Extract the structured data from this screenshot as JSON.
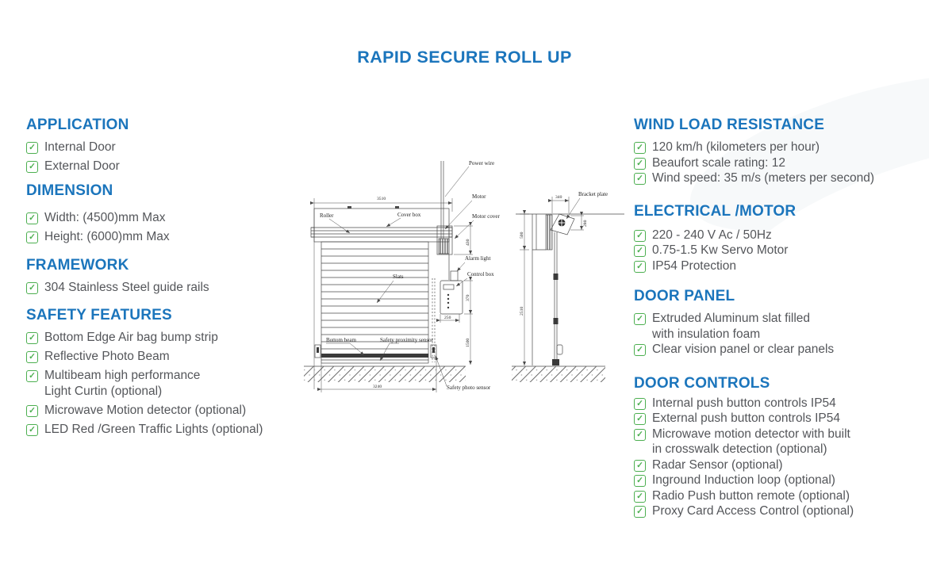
{
  "title": "RAPID SECURE ROLL UP",
  "colors": {
    "accent": "#1b75bc",
    "check_green": "#4caf50",
    "body_text": "#54565a"
  },
  "icons": {
    "check": "✓"
  },
  "sections": {
    "left": [
      {
        "heading": "APPLICATION",
        "items": [
          "Internal Door",
          "External Door"
        ]
      },
      {
        "heading": "DIMENSION",
        "items": [
          "Width: (4500)mm Max",
          "Height: (6000)mm Max"
        ]
      },
      {
        "heading": "FRAMEWORK",
        "items": [
          "304 Stainless Steel guide rails"
        ]
      },
      {
        "heading": "SAFETY FEATURES",
        "items": [
          "Bottom Edge Air bag bump strip",
          "Reflective Photo Beam",
          "Multibeam high performance",
          "Microwave Motion detector (optional)",
          "LED Red /Green Traffic Lights (optional)"
        ],
        "continuations": {
          "2": "Light Curtin (optional)"
        }
      }
    ],
    "right": [
      {
        "heading": "WIND LOAD RESISTANCE",
        "items": [
          "120 km/h (kilometers per hour)",
          "Beaufort scale rating: 12",
          "Wind speed: 35 m/s (meters per second)"
        ]
      },
      {
        "heading": "ELECTRICAL /MOTOR",
        "items": [
          "220 - 240 V Ac / 50Hz",
          "0.75-1.5 Kw Servo Motor",
          "IP54 Protection"
        ]
      },
      {
        "heading": "DOOR PANEL",
        "items": [
          "Extruded Aluminum slat filled",
          "Clear vision panel or clear panels"
        ],
        "continuations": {
          "0": "with insulation foam"
        }
      },
      {
        "heading": "DOOR CONTROLS",
        "items": [
          "Internal push button controls IP54",
          "External push button controls IP54",
          "Microwave motion detector with built",
          "Radar Sensor (optional)",
          "Inground Induction loop (optional)",
          "Radio Push button remote (optional)",
          "Proxy Card Access Control (optional)"
        ],
        "continuations": {
          "2": "in crosswalk detection (optional)"
        }
      }
    ]
  },
  "drawing": {
    "labels": {
      "power_wire": "Power wire",
      "motor": "Motor",
      "motor_cover": "Motor cover",
      "roller": "Roller",
      "cover_box": "Cover box",
      "alarm_light": "Alarm light",
      "control_box": "Control box",
      "slats": "Slats",
      "bottom_beam": "Bottom beam",
      "safety_proximity_sensor": "Safety proximity sensor",
      "safety_photo_sensor": "Safety photo sensor",
      "bracket_plate": "Bracket plate"
    },
    "dimensions": {
      "width_top": "3510",
      "width_bottom": "3240",
      "motor_cover_height": "430",
      "control_box_height": "370",
      "control_box_width": "250",
      "sensor_height": "1500",
      "bracket_width": "340",
      "bracket_height": "280",
      "side_top": "500",
      "side_height": "2510"
    }
  }
}
